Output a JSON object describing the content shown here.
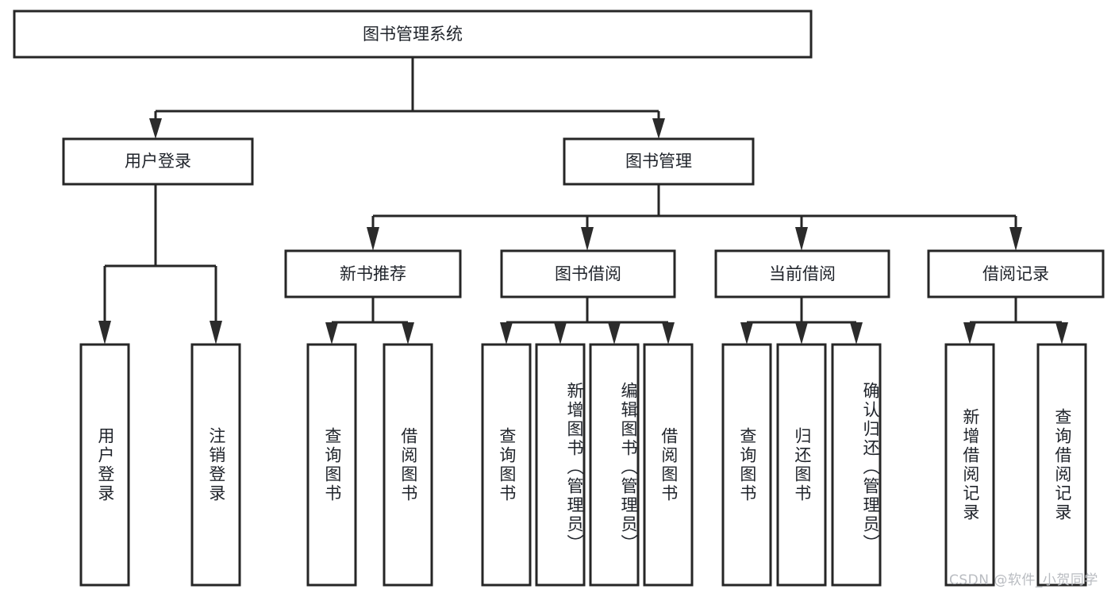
{
  "diagram": {
    "type": "tree-hierarchy-chart",
    "title": "图书管理系统",
    "orientation": "top-down",
    "colors": {
      "box_stroke": "#262626",
      "box_fill": "#ffffff",
      "text": "#20242b",
      "edge": "#262626",
      "watermark": "#b9bcc1",
      "background": "#ffffff"
    },
    "levels": {
      "root": {
        "label": "图书管理系统",
        "text_orientation": "horizontal"
      },
      "level1": [
        {
          "label": "用户登录",
          "text_orientation": "horizontal"
        },
        {
          "label": "图书管理",
          "text_orientation": "horizontal"
        }
      ],
      "level2": [
        {
          "label": "新书推荐",
          "text_orientation": "horizontal",
          "parent": "图书管理"
        },
        {
          "label": "图书借阅",
          "text_orientation": "horizontal",
          "parent": "图书管理"
        },
        {
          "label": "当前借阅",
          "text_orientation": "horizontal",
          "parent": "图书管理"
        },
        {
          "label": "借阅记录",
          "text_orientation": "horizontal",
          "parent": "图书管理"
        }
      ],
      "leaves": [
        {
          "label": "用户登录",
          "text_orientation": "vertical",
          "parent": "用户登录"
        },
        {
          "label": "注销登录",
          "text_orientation": "vertical",
          "parent": "用户登录"
        },
        {
          "label": "查询图书",
          "text_orientation": "vertical",
          "parent": "新书推荐"
        },
        {
          "label": "借阅图书",
          "text_orientation": "vertical",
          "parent": "新书推荐"
        },
        {
          "label": "查询图书",
          "text_orientation": "vertical",
          "parent": "图书借阅"
        },
        {
          "label": "新增图书（管理员）",
          "text_orientation": "vertical",
          "parent": "图书借阅"
        },
        {
          "label": "编辑图书（管理员）",
          "text_orientation": "vertical",
          "parent": "图书借阅"
        },
        {
          "label": "借阅图书",
          "text_orientation": "vertical",
          "parent": "图书借阅"
        },
        {
          "label": "查询图书",
          "text_orientation": "vertical",
          "parent": "当前借阅"
        },
        {
          "label": "归还图书",
          "text_orientation": "vertical",
          "parent": "当前借阅"
        },
        {
          "label": "确认归还（管理员）",
          "text_orientation": "vertical",
          "parent": "当前借阅"
        },
        {
          "label": "新增借阅记录",
          "text_orientation": "vertical",
          "parent": "借阅记录"
        },
        {
          "label": "查询借阅记录",
          "text_orientation": "vertical",
          "parent": "借阅记录"
        }
      ]
    }
  },
  "watermark": {
    "text": "CSDN @软件_小贺同学"
  }
}
